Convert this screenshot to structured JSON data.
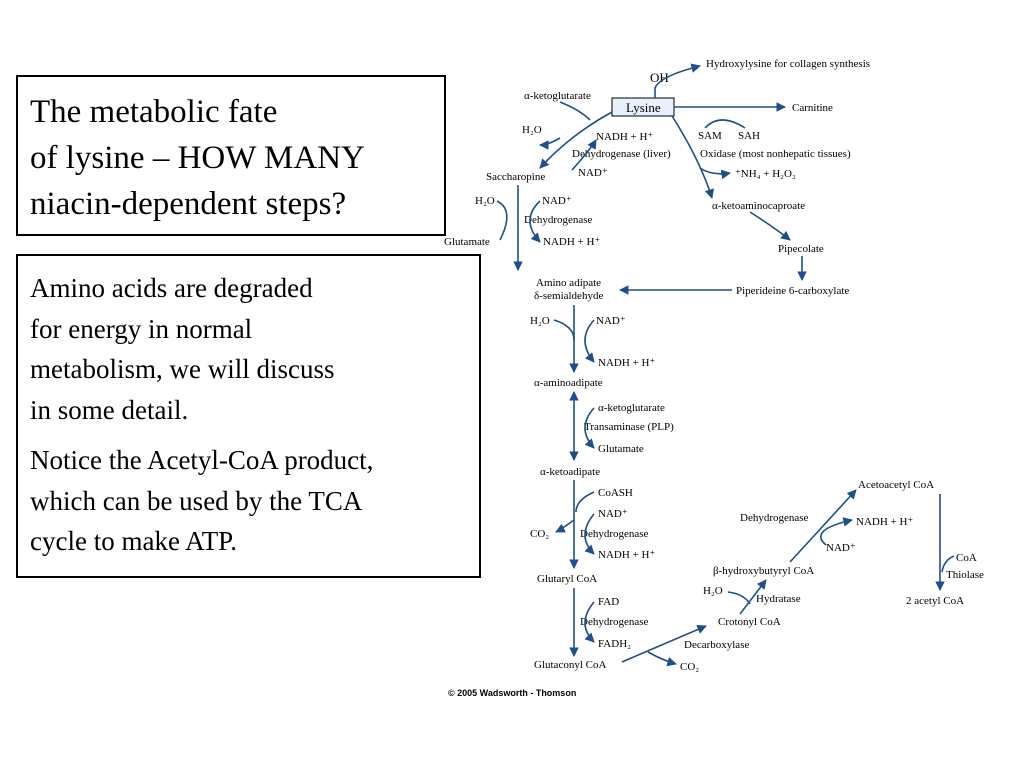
{
  "title_box": {
    "lines": [
      "The metabolic fate",
      "of lysine – HOW MANY",
      "niacin-dependent steps?"
    ]
  },
  "body_box": {
    "para1": [
      "Amino acids are degraded",
      "for energy in normal",
      "metabolism, we will discuss",
      "in some detail."
    ],
    "para2": [
      "Notice the Acetyl-CoA product,",
      "which can be used by the TCA",
      "cycle to make ATP."
    ]
  },
  "diagram": {
    "lysine": "Lysine",
    "oh": "OH",
    "hydroxylysine": "Hydroxylysine for collagen synthesis",
    "carnitine": "Carnitine",
    "akg1": "α-ketoglutarate",
    "h2o1": "H₂O",
    "nadh1": "NADH + H⁺",
    "dehydrogenase_liver": "Dehydrogenase (liver)",
    "nad1": "NAD⁺",
    "sam": "SAM",
    "sah": "SAH",
    "oxidase": "Oxidase (most nonhepatic tissues)",
    "nh4": "⁺NH₄ + H₂O₂",
    "saccharopine": "Saccharopine",
    "ketoaminocaproate": "α-ketoaminocaproate",
    "h2o2": "H₂O",
    "nad2": "NAD⁺",
    "dehydrogenase2": "Dehydrogenase",
    "glutamate1": "Glutamate",
    "nadh2": "NADH + H⁺",
    "pipecolate": "Pipecolate",
    "amino_adipate": "Amino adipate",
    "semialdehyde": "δ-semialdehyde",
    "piperideine": "Piperideine 6-carboxylate",
    "h2o3": "H₂O",
    "nad3": "NAD⁺",
    "nadh3": "NADH + H⁺",
    "aminoadipate": "α-aminoadipate",
    "akg2": "α-ketoglutarate",
    "transaminase": "Transaminase (PLP)",
    "glutamate2": "Glutamate",
    "ketoadipate": "α-ketoadipate",
    "coash": "CoASH",
    "nad4": "NAD⁺",
    "co2_1": "CO₂",
    "dehydrogenase3": "Dehydrogenase",
    "nadh4": "NADH + H⁺",
    "glutaryl": "Glutaryl CoA",
    "fad": "FAD",
    "dehydrogenase4": "Dehydrogenase",
    "fadh2": "FADH₂",
    "glutaconyl": "Glutaconyl CoA",
    "co2_2": "CO₂",
    "decarboxylase": "Decarboxylase",
    "crotonyl": "Crotonyl CoA",
    "h2o4": "H₂O",
    "hydratase": "Hydratase",
    "hydroxybutyryl": "β-hydroxybutyryl CoA",
    "dehydrogenase5": "Dehydrogenase",
    "nadh5": "NADH + H⁺",
    "nad5": "NAD⁺",
    "acetoacetyl": "Acetoacetyl CoA",
    "coa": "CoA",
    "thiolase": "Thiolase",
    "acetyl": "2 acetyl CoA"
  },
  "copyright": "© 2005 Wadsworth - Thomson",
  "colors": {
    "arrow": "#1f4e8c",
    "lysine_box": "#e8f0fb"
  }
}
